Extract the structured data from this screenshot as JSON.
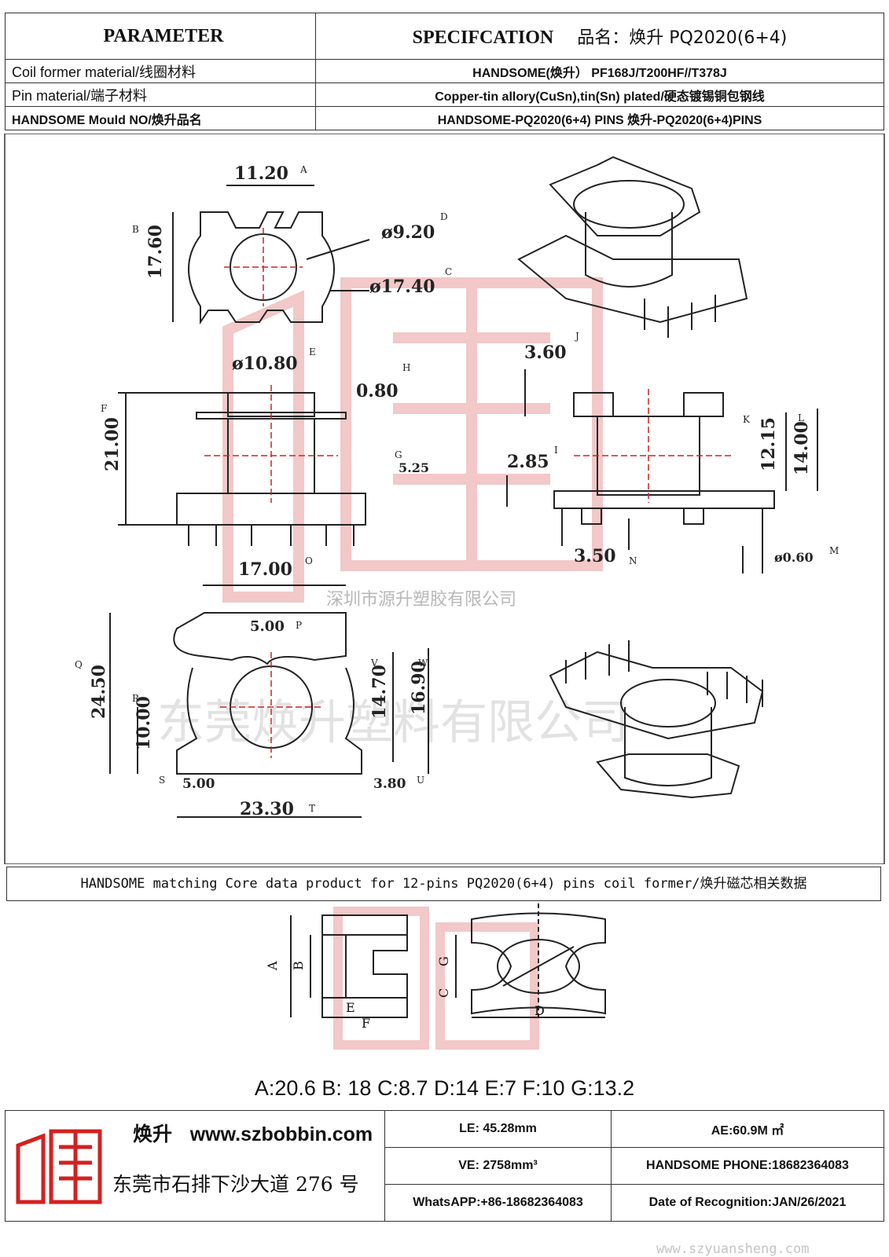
{
  "header": {
    "parameter": "PARAMETER",
    "specification": "SPECIFCATION",
    "product_name": "品名：焕升 PQ2020(6+4)"
  },
  "rows": [
    {
      "label": "Coil former material/线圈材料",
      "value": "HANDSOME(焕升）   PF168J/T200HF//T378J"
    },
    {
      "label": "Pin material/端子材料",
      "value": "Copper-tin allory(CuSn),tin(Sn) plated/硬态镀锡铜包钢线"
    },
    {
      "label": "HANDSOME Mould NO/焕升品名",
      "value": "HANDSOME-PQ2020(6+4) PINS    焕升-PQ2020(6+4)PINS"
    }
  ],
  "drawing": {
    "dims": {
      "A": "11.20",
      "B": "17.60",
      "D": "ø9.20",
      "C": "ø17.40",
      "E": "ø10.80",
      "H": "0.80",
      "F": "21.00",
      "G": "5.25",
      "J": "3.60",
      "I": "2.85",
      "K": "12.15",
      "L": "14.00",
      "N": "3.50",
      "M": "ø0.60",
      "O": "17.00",
      "P": "5.00",
      "Q": "24.50",
      "R": "10.00",
      "V": "14.70",
      "W": "16.90",
      "S": "5.00",
      "U": "3.80",
      "T": "23.30"
    },
    "letters": [
      "A",
      "B",
      "C",
      "D",
      "E",
      "F",
      "G",
      "H",
      "I",
      "J",
      "K",
      "L",
      "M",
      "N",
      "O",
      "P",
      "Q",
      "R",
      "S",
      "T",
      "U",
      "V",
      "W"
    ],
    "watermark_company": "深圳市源升塑胶有限公司",
    "watermark_large": "东莞焕升塑料有限公司"
  },
  "core_section": {
    "title": "HANDSOME matching Core data  product for 12-pins PQ2020(6+4) pins coil former/焕升磁芯相关数据",
    "core_labels": [
      "A",
      "B",
      "C",
      "D",
      "E",
      "F",
      "G"
    ],
    "core_values": "A:20.6 B: 18 C:8.7 D:14 E:7 F:10 G:13.2"
  },
  "footer": {
    "brand": "焕升",
    "website": "www.szbobbin.com",
    "address": "东莞市石排下沙大道 276 号",
    "le": "LE: 45.28mm",
    "ae": "AE:60.9M ㎡",
    "ve": "VE: 2758mm³",
    "phone": "HANDSOME PHONE:18682364083",
    "whatsapp": "WhatsAPP:+86-18682364083",
    "date": "Date of Recognition:JAN/26/2021",
    "watermark_url": "www.szyuansheng.com"
  },
  "colors": {
    "accent_red": "#d42020",
    "watermark_red": "#f2c8c8",
    "line": "#222222"
  }
}
